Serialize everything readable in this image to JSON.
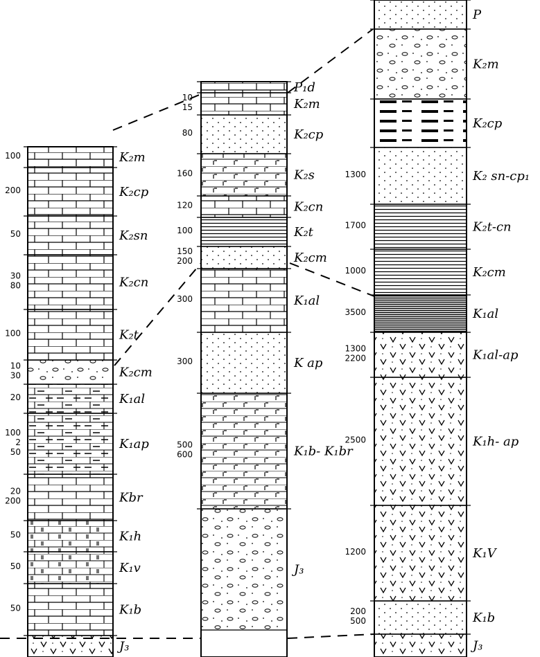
{
  "columns": [
    {
      "id": "left",
      "layers": [
        {
          "label": "K₂m",
          "thickness": "100",
          "pattern": "limestone"
        },
        {
          "label": "K₂cp",
          "thickness": "200",
          "pattern": "limestone"
        },
        {
          "label": "K₂sn",
          "thickness": "50",
          "pattern": "limestone"
        },
        {
          "label": "K₂cn",
          "thickness": "30 80",
          "pattern": "limestone"
        },
        {
          "label": "K₂t",
          "thickness": "100",
          "pattern": "limestone"
        },
        {
          "label": "K₂cm",
          "thickness": "10 30",
          "pattern": "sand-pebble"
        },
        {
          "label": "K₁al",
          "thickness": "20",
          "pattern": "marl"
        },
        {
          "label": "K₁ap",
          "thickness": "100 2 50",
          "pattern": "marl"
        },
        {
          "label": "Kbr",
          "thickness": "20 200",
          "pattern": "limestone"
        },
        {
          "label": "K₁h",
          "thickness": "50",
          "pattern": "dolomite"
        },
        {
          "label": "K₁v",
          "thickness": "50",
          "pattern": "dolomite"
        },
        {
          "label": "K₁b",
          "thickness": "50",
          "pattern": "limestone"
        },
        {
          "label": "J₃",
          "thickness": "",
          "pattern": "volcanic"
        }
      ]
    },
    {
      "id": "middle",
      "layers": [
        {
          "label": "P₁d",
          "thickness": "",
          "pattern": "limestone"
        },
        {
          "label": "K₂m",
          "thickness": "10 15",
          "pattern": "limestone"
        },
        {
          "label": "K₂cp",
          "thickness": "80",
          "pattern": "sand"
        },
        {
          "label": "K₂s",
          "thickness": "160",
          "pattern": "mixed"
        },
        {
          "label": "K₂cn",
          "thickness": "120",
          "pattern": "limestone"
        },
        {
          "label": "K₂t",
          "thickness": "100",
          "pattern": "clay"
        },
        {
          "label": "K₂cm",
          "thickness": "150 200",
          "pattern": "sand"
        },
        {
          "label": "K₁al",
          "thickness": "300",
          "pattern": "limestone-clay"
        },
        {
          "label": "K ap",
          "thickness": "300",
          "pattern": "sand-mixed"
        },
        {
          "label": "K₁b- K₁br",
          "thickness": "500 600",
          "pattern": "mixed"
        },
        {
          "label": "J₃",
          "thickness": "",
          "pattern": "pebble"
        }
      ]
    },
    {
      "id": "right",
      "layers": [
        {
          "label": "P",
          "thickness": "",
          "pattern": "sand"
        },
        {
          "label": "K₂m",
          "thickness": "",
          "pattern": "pebble"
        },
        {
          "label": "K₂cp",
          "thickness": "",
          "pattern": "lenses"
        },
        {
          "label": "K₂ sn-cp₁",
          "thickness": "1300",
          "pattern": "sand-clay"
        },
        {
          "label": "K₂t-cn",
          "thickness": "1700",
          "pattern": "clay"
        },
        {
          "label": "K₂cm",
          "thickness": "1000",
          "pattern": "clay"
        },
        {
          "label": "K₁al",
          "thickness": "3500",
          "pattern": "dense-clay"
        },
        {
          "label": "K₁al-ap",
          "thickness": "1300 2200",
          "pattern": "volcanic"
        },
        {
          "label": "K₁h- ap",
          "thickness": "2500",
          "pattern": "volcanic"
        },
        {
          "label": "K₁V",
          "thickness": "1200",
          "pattern": "volcanic"
        },
        {
          "label": "K₁b",
          "thickness": "200 500",
          "pattern": "sand"
        },
        {
          "label": "J₃",
          "thickness": "",
          "pattern": "volcanic"
        }
      ]
    }
  ]
}
